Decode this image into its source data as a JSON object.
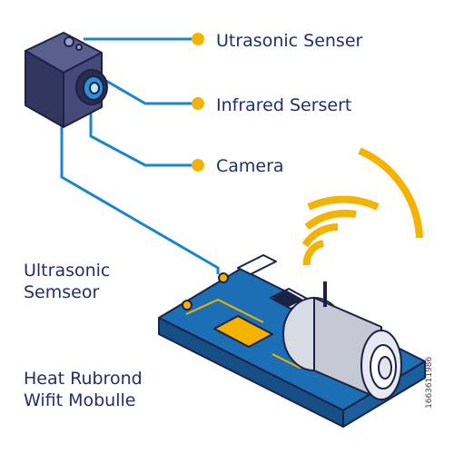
{
  "labels": {
    "ultrasonic_senser": "Utrasonic Senser",
    "infrared_sersert": "Infrared Sersert",
    "camera": "Camera",
    "ultrasonic_semseor_line1": "Ultrasonic",
    "ultrasonic_semseor_line2": "Semseor",
    "heat_line1": "Heat Rubrond",
    "heat_line2": "Wifit Mobulle"
  },
  "side_text": "1663611986",
  "colors": {
    "leader_line": "#1a86c8",
    "dot": "#f4b300",
    "label_text": "#1f2f6e",
    "wifi_waves": "#f4b300",
    "board": "#1d6fb5",
    "camera_body": "#3c3f6b",
    "outline": "#1c2247"
  },
  "icons": [
    "camera-icon",
    "wifi-signal-icon",
    "circuit-board-icon",
    "lens-module-icon"
  ]
}
